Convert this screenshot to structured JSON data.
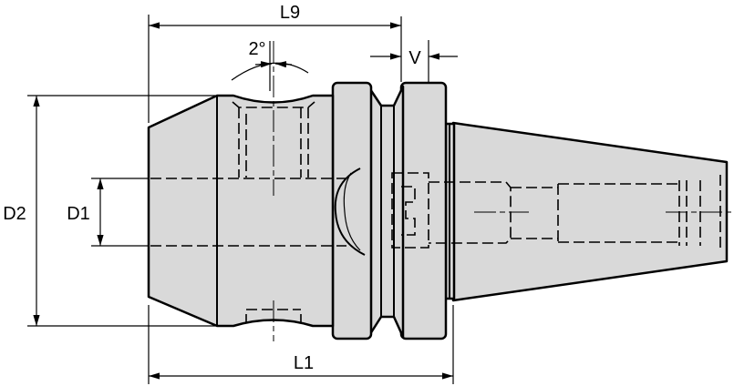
{
  "drawing": {
    "dimensions": {
      "l9": "L9",
      "v": "V",
      "angle": "2°",
      "d2": "D2",
      "d1": "D1",
      "l1": "L1"
    },
    "colors": {
      "body_fill": "#d9d9d9",
      "line": "#000000"
    }
  }
}
